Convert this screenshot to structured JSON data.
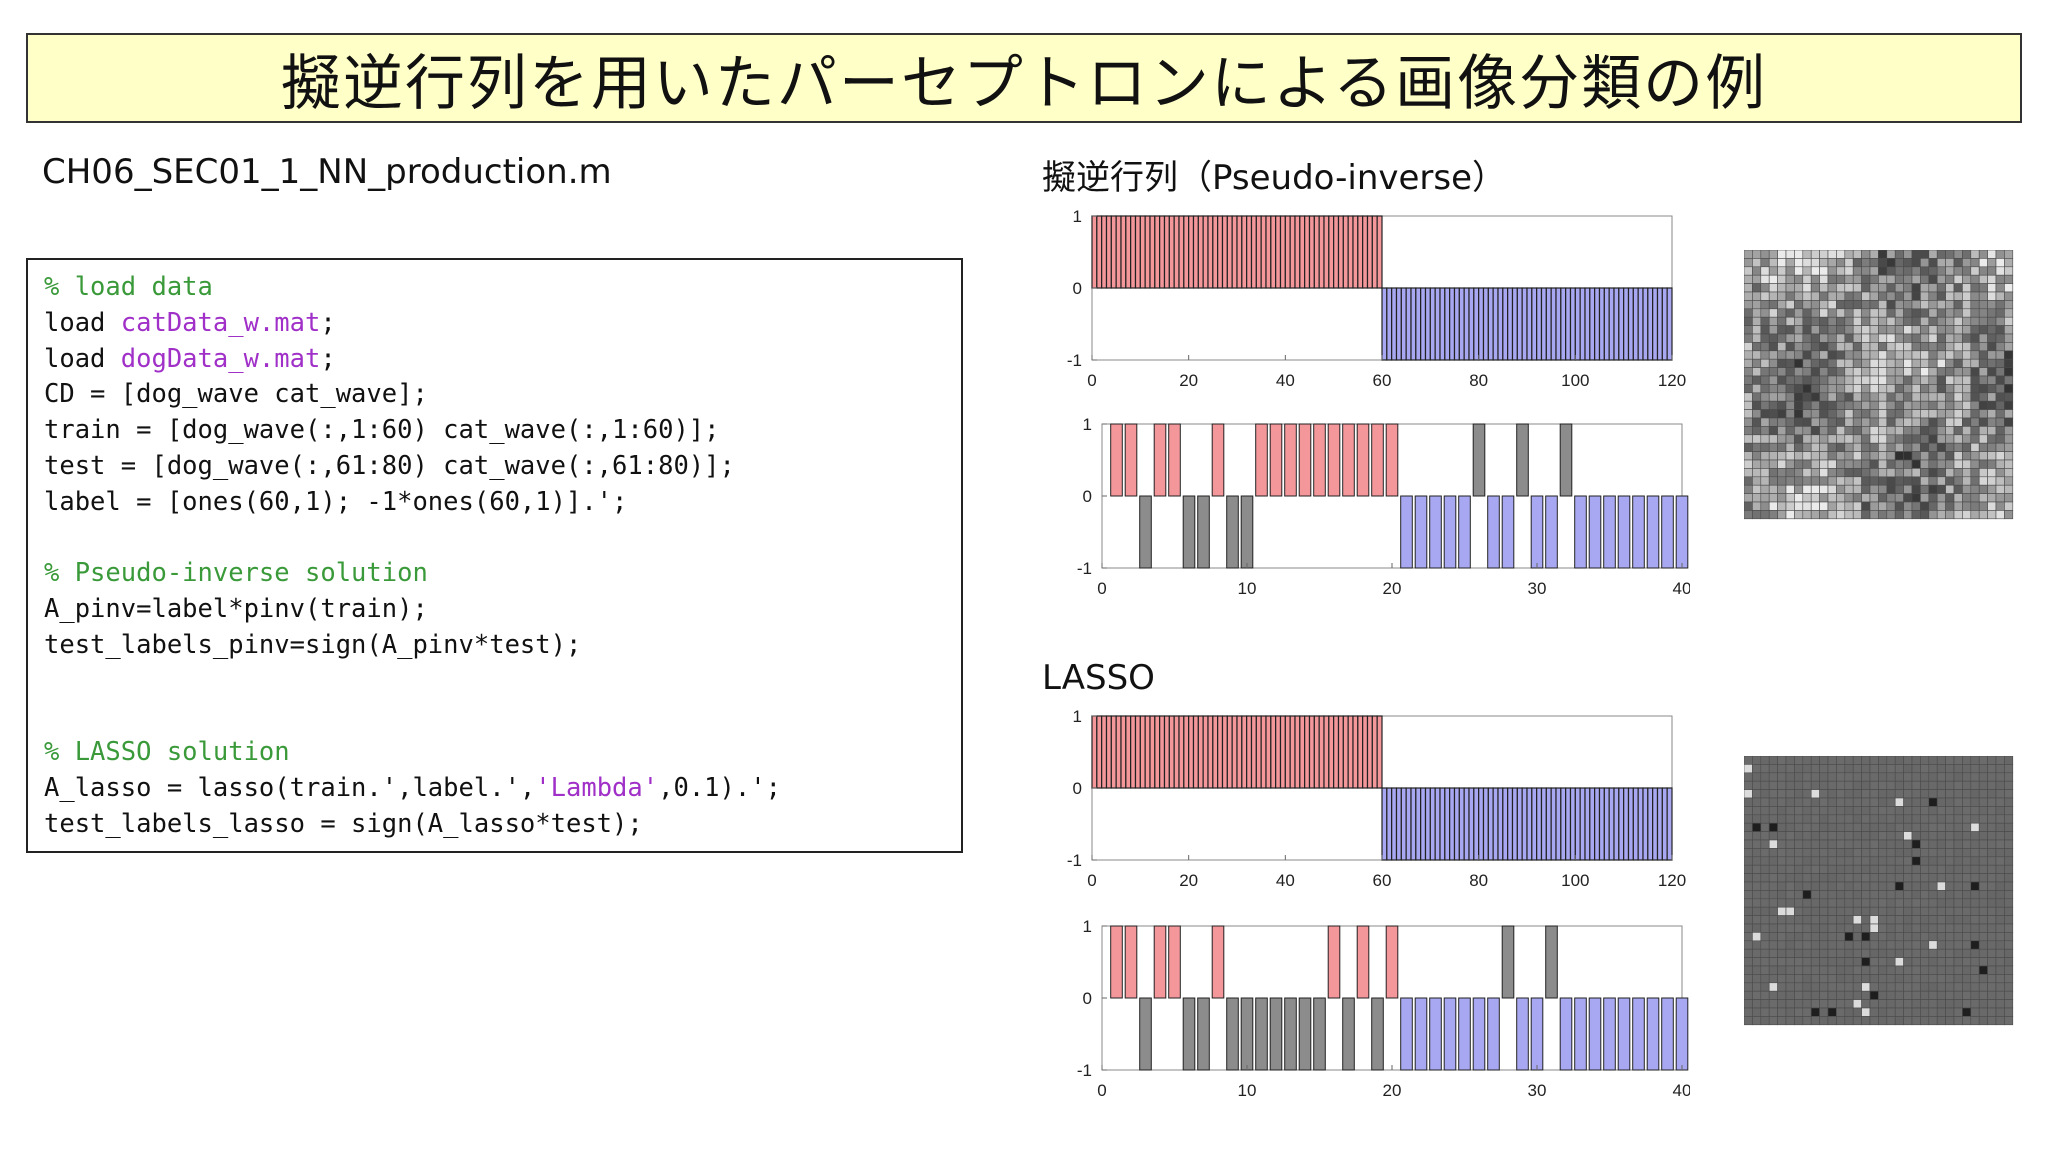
{
  "slide": {
    "title": "擬逆行列を用いたパーセプトロンによる画像分類の例",
    "filename": "CH06_SEC01_1_NN_production.m"
  },
  "code": [
    [
      {
        "t": "% load data",
        "c": "comment"
      }
    ],
    [
      {
        "t": "load ",
        "c": "plain"
      },
      {
        "t": "catData_w.mat",
        "c": "str"
      },
      {
        "t": ";",
        "c": "plain"
      }
    ],
    [
      {
        "t": "load ",
        "c": "plain"
      },
      {
        "t": "dogData_w.mat",
        "c": "str"
      },
      {
        "t": ";",
        "c": "plain"
      }
    ],
    [
      {
        "t": "CD = [dog_wave cat_wave];",
        "c": "plain"
      }
    ],
    [
      {
        "t": "train = [dog_wave(:,1:60) cat_wave(:,1:60)];",
        "c": "plain"
      }
    ],
    [
      {
        "t": "test = [dog_wave(:,61:80) cat_wave(:,61:80)];",
        "c": "plain"
      }
    ],
    [
      {
        "t": "label = [ones(60,1); -1*ones(60,1)].';",
        "c": "plain"
      }
    ],
    [
      {
        "t": "",
        "c": "plain"
      }
    ],
    [
      {
        "t": "% Pseudo-inverse solution",
        "c": "comment"
      }
    ],
    [
      {
        "t": "A_pinv=label*pinv(train);",
        "c": "plain"
      }
    ],
    [
      {
        "t": "test_labels_pinv=sign(A_pinv*test);",
        "c": "plain"
      }
    ],
    [
      {
        "t": "",
        "c": "plain"
      }
    ],
    [
      {
        "t": "",
        "c": "plain"
      }
    ],
    [
      {
        "t": "% LASSO solution",
        "c": "comment"
      }
    ],
    [
      {
        "t": "A_lasso = lasso(train.',label.',",
        "c": "plain"
      },
      {
        "t": "'Lambda'",
        "c": "str"
      },
      {
        "t": ",0.1).';",
        "c": "plain"
      }
    ],
    [
      {
        "t": "test_labels_lasso = sign(A_lasso*test);",
        "c": "plain"
      }
    ]
  ],
  "sections": {
    "pinv_label": "擬逆行列（Pseudo-inverse）",
    "lasso_label": "LASSO"
  },
  "colors": {
    "red": "#f4979b",
    "blue": "#a8a8f2",
    "gray": "#8c8c8c",
    "title_bg": "#ffffc8",
    "comment": "#3a9a3a",
    "string": "#a030c8"
  },
  "chart_data": [
    {
      "name": "pinv-train",
      "type": "bar",
      "x": [
        1,
        120
      ],
      "values_rule": "1 for 1-60, -1 for 61-120",
      "values": [
        1,
        1,
        1,
        1,
        1,
        1,
        1,
        1,
        1,
        1,
        1,
        1,
        1,
        1,
        1,
        1,
        1,
        1,
        1,
        1,
        1,
        1,
        1,
        1,
        1,
        1,
        1,
        1,
        1,
        1,
        1,
        1,
        1,
        1,
        1,
        1,
        1,
        1,
        1,
        1,
        1,
        1,
        1,
        1,
        1,
        1,
        1,
        1,
        1,
        1,
        1,
        1,
        1,
        1,
        1,
        1,
        1,
        1,
        1,
        1,
        -1,
        -1,
        -1,
        -1,
        -1,
        -1,
        -1,
        -1,
        -1,
        -1,
        -1,
        -1,
        -1,
        -1,
        -1,
        -1,
        -1,
        -1,
        -1,
        -1,
        -1,
        -1,
        -1,
        -1,
        -1,
        -1,
        -1,
        -1,
        -1,
        -1,
        -1,
        -1,
        -1,
        -1,
        -1,
        -1,
        -1,
        -1,
        -1,
        -1,
        -1,
        -1,
        -1,
        -1,
        -1,
        -1,
        -1,
        -1,
        -1,
        -1,
        -1,
        -1,
        -1,
        -1,
        -1,
        -1,
        -1,
        -1,
        -1,
        -1
      ],
      "xlim": [
        0,
        120
      ],
      "ylim": [
        -1,
        1
      ],
      "xticks": [
        0,
        20,
        40,
        60,
        80,
        100,
        120
      ],
      "yticks": [
        -1,
        0,
        1
      ]
    },
    {
      "name": "pinv-test",
      "type": "bar",
      "values": [
        1,
        1,
        -1,
        1,
        1,
        -1,
        -1,
        1,
        -1,
        -1,
        1,
        1,
        1,
        1,
        1,
        1,
        1,
        1,
        1,
        1,
        -1,
        -1,
        -1,
        -1,
        -1,
        1,
        -1,
        -1,
        1,
        -1,
        -1,
        1,
        -1,
        -1,
        -1,
        -1,
        -1,
        -1,
        -1,
        -1
      ],
      "correct_color_pos": "red",
      "correct_color_neg": "blue",
      "wrong_color": "gray",
      "xlim": [
        0,
        40
      ],
      "ylim": [
        -1,
        1
      ],
      "xticks": [
        0,
        10,
        20,
        30,
        40
      ],
      "yticks": [
        -1,
        0,
        1
      ]
    },
    {
      "name": "lasso-train",
      "type": "bar",
      "values_rule": "1 for 1-60, -1 for 61-120",
      "values": [
        1,
        1,
        1,
        1,
        1,
        1,
        1,
        1,
        1,
        1,
        1,
        1,
        1,
        1,
        1,
        1,
        1,
        1,
        1,
        1,
        1,
        1,
        1,
        1,
        1,
        1,
        1,
        1,
        1,
        1,
        1,
        1,
        1,
        1,
        1,
        1,
        1,
        1,
        1,
        1,
        1,
        1,
        1,
        1,
        1,
        1,
        1,
        1,
        1,
        1,
        1,
        1,
        1,
        1,
        1,
        1,
        1,
        1,
        1,
        1,
        -1,
        -1,
        -1,
        -1,
        -1,
        -1,
        -1,
        -1,
        -1,
        -1,
        -1,
        -1,
        -1,
        -1,
        -1,
        -1,
        -1,
        -1,
        -1,
        -1,
        -1,
        -1,
        -1,
        -1,
        -1,
        -1,
        -1,
        -1,
        -1,
        -1,
        -1,
        -1,
        -1,
        -1,
        -1,
        -1,
        -1,
        -1,
        -1,
        -1,
        -1,
        -1,
        -1,
        -1,
        -1,
        -1,
        -1,
        -1,
        -1,
        -1,
        -1,
        -1,
        -1,
        -1,
        -1,
        -1,
        -1,
        -1,
        -1,
        -1
      ],
      "xlim": [
        0,
        120
      ],
      "ylim": [
        -1,
        1
      ],
      "xticks": [
        0,
        20,
        40,
        60,
        80,
        100,
        120
      ],
      "yticks": [
        -1,
        0,
        1
      ]
    },
    {
      "name": "lasso-test",
      "type": "bar",
      "values": [
        1,
        1,
        -1,
        1,
        1,
        -1,
        -1,
        1,
        -1,
        -1,
        -1,
        -1,
        -1,
        -1,
        -1,
        1,
        -1,
        1,
        -1,
        1,
        -1,
        -1,
        -1,
        -1,
        -1,
        -1,
        -1,
        1,
        -1,
        -1,
        1,
        -1,
        -1,
        -1,
        -1,
        -1,
        -1,
        -1,
        -1,
        -1
      ],
      "correct_color_pos": "red",
      "correct_color_neg": "blue",
      "wrong_color": "gray",
      "xlim": [
        0,
        40
      ],
      "ylim": [
        -1,
        1
      ],
      "xticks": [
        0,
        10,
        20,
        30,
        40
      ],
      "yticks": [
        -1,
        0,
        1
      ]
    },
    {
      "name": "pinv-weights-image",
      "type": "heatmap",
      "grid": [
        32,
        32
      ],
      "style": "grayscale, dense noisy weights"
    },
    {
      "name": "lasso-weights-image",
      "type": "heatmap",
      "grid": [
        32,
        32
      ],
      "style": "mostly uniform gray, sparse light/dark pixels"
    }
  ]
}
